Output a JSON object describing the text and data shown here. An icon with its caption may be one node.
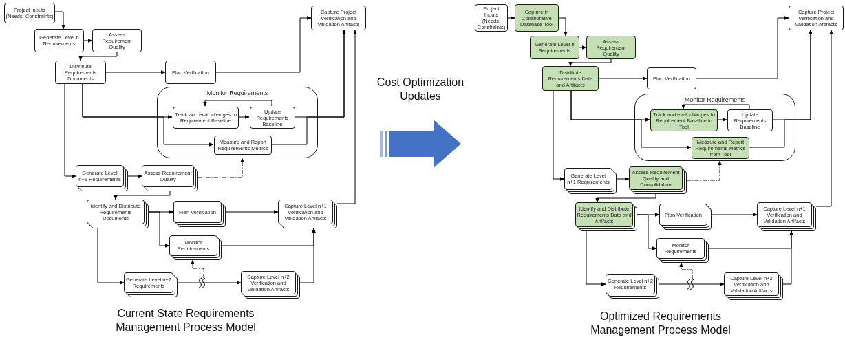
{
  "diagram": {
    "nodes": [
      {
        "text": [
          "Project Inputs (Needs, Constraints)"
        ]
      },
      {
        "text": [
          "Generate Level n Requirements"
        ]
      },
      {
        "text": [
          "Assess Requirement Quality"
        ]
      },
      {
        "text": [
          "Distribute Requirements Documents"
        ]
      },
      {
        "text": [
          "Plan Verification"
        ]
      },
      {
        "text": [
          "Capture Project Verification and Validation Artifacts"
        ]
      },
      {
        "text": [
          "Monitor Requirements"
        ]
      },
      {
        "text": [
          "Track and eval. changes to Requirement Baseline"
        ],
        "in": 6
      },
      {
        "text": [
          "Update Requirements Baseline"
        ],
        "in": 6
      },
      {
        "text": [
          "Measure and Report Requirements Metrics"
        ],
        "in": 6
      },
      {
        "text": [
          "Generate Level n+1 Requirements"
        ]
      },
      {
        "text": [
          "Assess Requirement Quality"
        ]
      },
      {
        "text": [
          "Identify and Distribute Requirements Documents"
        ]
      },
      {
        "text": [
          "Plan Verification"
        ]
      },
      {
        "text": [
          "Capture Level n+1 Verification and Validation Artifacts"
        ]
      },
      {
        "text": [
          "Monitor Requirements"
        ]
      },
      {
        "text": [
          "Generate Level n+2 Requirements"
        ]
      },
      {
        "text": [
          "Capture Level n+2 Verification and Validation Artifacts"
        ]
      },
      {
        "text": [
          "Project Inputs (Needs, Constraints)"
        ]
      },
      {
        "text": [
          "Capture in Collaborative Database Tool"
        ]
      },
      {
        "text": [
          "Generate Level n Requirements"
        ]
      },
      {
        "text": [
          "Assess Requirement Quality"
        ]
      },
      {
        "text": [
          "Distribute Requirements Data and Artifacts"
        ]
      },
      {
        "text": [
          "Plan Verification"
        ]
      },
      {
        "text": [
          "Capture Project Verification and Validation Artifacts"
        ]
      },
      {
        "text": [
          "Monitor Requirements"
        ]
      },
      {
        "text": [
          "Track and eval. changes to Requirement Baseline in Tool"
        ],
        "in": 25
      },
      {
        "text": [
          "Update Requirements Baseline"
        ],
        "in": 25
      },
      {
        "text": [
          "Measure and Report Requirements Metrics from Tool"
        ],
        "in": 25
      },
      {
        "text": [
          "Generate Level n+1 Requirements"
        ]
      },
      {
        "text": [
          "Assess Requirement Quality and Consolidation"
        ]
      },
      {
        "text": [
          "Identify and Distribute Requirements Data and Artifacts"
        ]
      },
      {
        "text": [
          "Plan Verification"
        ]
      },
      {
        "text": [
          "Capture Level n+1 Verification and Validation Artifacts"
        ]
      },
      {
        "text": [
          "Monitor Requirements"
        ]
      },
      {
        "text": [
          "Generate Level n+2 Requirements"
        ]
      },
      {
        "text": [
          "Capture Level n+2 Verification and Validation Artifacts"
        ]
      }
    ],
    "edges": [
      {
        "from": 0,
        "to": 1,
        "arrow": "to"
      },
      {
        "from": 1,
        "to": 2,
        "arrow": "to"
      },
      {
        "from": 2,
        "to": 3,
        "arrow": "to"
      },
      {
        "from": 3,
        "to": 4,
        "arrow": "to"
      },
      {
        "from": 4,
        "to": 5,
        "arrow": "to"
      },
      {
        "from": 3,
        "to": 7,
        "arrow": "to"
      },
      {
        "from": 3,
        "to": 9,
        "arrow": "to"
      },
      {
        "from": 7,
        "to": 8,
        "arrow": "to"
      },
      {
        "from": 8,
        "to": 7,
        "arrow": "to"
      },
      {
        "from": 8,
        "to": 5,
        "arrow": "to"
      },
      {
        "from": 9,
        "to": 5,
        "arrow": "to"
      },
      {
        "from": 14,
        "to": 5,
        "arrow": "to"
      },
      {
        "from": 3,
        "to": 10,
        "arrow": "to"
      },
      {
        "from": 10,
        "to": 11,
        "arrow": "to"
      },
      {
        "from": 11,
        "to": 6,
        "arrow": "to",
        "style": "dashed"
      },
      {
        "from": 11,
        "to": 12,
        "arrow": "to"
      },
      {
        "from": 12,
        "to": 13,
        "arrow": "to"
      },
      {
        "from": 13,
        "to": 14,
        "arrow": "to"
      },
      {
        "from": 12,
        "to": 15,
        "arrow": "to"
      },
      {
        "from": 15,
        "to": 14,
        "arrow": "to"
      },
      {
        "from": 12,
        "to": 16,
        "arrow": "to"
      },
      {
        "from": 16,
        "to": 17,
        "arrow": "to"
      },
      {
        "from": 17,
        "to": 14,
        "arrow": "to"
      },
      {
        "from": null,
        "to": 15,
        "arrow": "to",
        "style": "dashed"
      },
      {
        "from": 18,
        "to": 19,
        "arrow": "to"
      },
      {
        "from": 19,
        "to": 20,
        "arrow": "to"
      },
      {
        "from": 20,
        "to": 21,
        "arrow": "to"
      },
      {
        "from": 21,
        "to": 22,
        "arrow": "to"
      },
      {
        "from": 22,
        "to": 23,
        "arrow": "to"
      },
      {
        "from": 23,
        "to": 24,
        "arrow": "to"
      },
      {
        "from": 22,
        "to": 26,
        "arrow": "to"
      },
      {
        "from": 22,
        "to": 28,
        "arrow": "to"
      },
      {
        "from": 26,
        "to": 27,
        "arrow": "to"
      },
      {
        "from": 27,
        "to": 26,
        "arrow": "to"
      },
      {
        "from": 27,
        "to": 24,
        "arrow": "to"
      },
      {
        "from": 28,
        "to": 24,
        "arrow": "to"
      },
      {
        "from": 33,
        "to": 24,
        "arrow": "to"
      },
      {
        "from": 22,
        "to": 29,
        "arrow": "to"
      },
      {
        "from": 29,
        "to": 30,
        "arrow": "to"
      },
      {
        "from": 30,
        "to": 25,
        "arrow": "to",
        "style": "dashed"
      },
      {
        "from": 30,
        "to": 31,
        "arrow": "to"
      },
      {
        "from": 31,
        "to": 32,
        "arrow": "to"
      },
      {
        "from": 32,
        "to": 33,
        "arrow": "to"
      },
      {
        "from": 31,
        "to": 34,
        "arrow": "to"
      },
      {
        "from": 34,
        "to": 33,
        "arrow": "to"
      },
      {
        "from": 31,
        "to": 35,
        "arrow": "to"
      },
      {
        "from": 35,
        "to": 36,
        "arrow": "to"
      },
      {
        "from": 36,
        "to": 33,
        "arrow": "to"
      },
      {
        "from": null,
        "to": 34,
        "arrow": "to",
        "style": "dashed"
      }
    ],
    "labels": [
      "Cost Optimization Updates",
      "Current State Requirements Management Process Model",
      "Optimized Requirements Management Process Model"
    ]
  }
}
